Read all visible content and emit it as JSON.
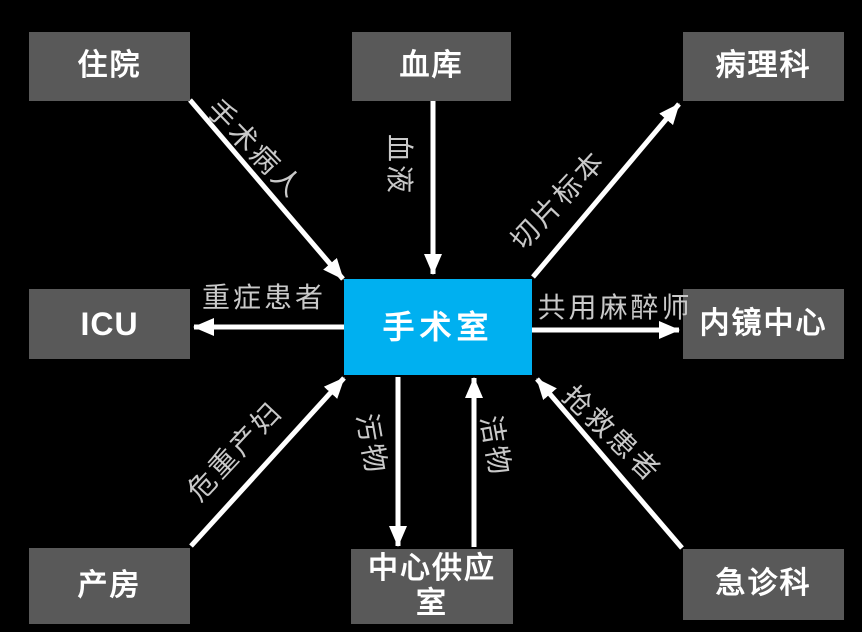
{
  "diagram": {
    "colors": {
      "background": "#000000",
      "node_fill": "#595959",
      "center_node_fill": "#00b0f0",
      "node_text": "#ffffff",
      "edge_label_text": "#c9c9c9",
      "arrow": "#ffffff"
    },
    "nodes": {
      "or": {
        "label": "手术室"
      },
      "zhuyuan": {
        "label": "住院"
      },
      "xueku": {
        "label": "血库"
      },
      "bingli": {
        "label": "病理科"
      },
      "icu": {
        "label": "ICU"
      },
      "neijing": {
        "label": "内镜中心"
      },
      "chanfang": {
        "label": "产房"
      },
      "gongying": {
        "label": "中心供应室"
      },
      "jizhen": {
        "label": "急诊科"
      }
    },
    "edges": {
      "shoushubingren": {
        "label": "手术病人",
        "from": "住院",
        "to": "手术室"
      },
      "xueye": {
        "label": "血液",
        "from": "血库",
        "to": "手术室"
      },
      "qiepian": {
        "label": "切片标本",
        "from": "手术室",
        "to": "病理科"
      },
      "zhongzheng": {
        "label": "重症患者",
        "from": "手术室",
        "to": "ICU"
      },
      "mazui": {
        "label": "共用麻醉师",
        "from": "手术室",
        "to": "内镜中心"
      },
      "weizhong": {
        "label": "危重产妇",
        "from": "产房",
        "to": "手术室"
      },
      "wuwu": {
        "label": "污物",
        "from": "手术室",
        "to": "中心供应室"
      },
      "jiewu": {
        "label": "洁物",
        "from": "中心供应室",
        "to": "手术室"
      },
      "qiangjiu": {
        "label": "抢救患者",
        "from": "急诊科",
        "to": "手术室"
      }
    }
  }
}
